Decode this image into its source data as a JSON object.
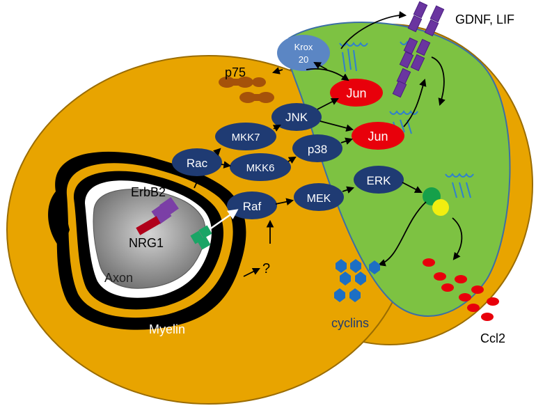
{
  "labels": {
    "gdnf_lif": "GDNF, LIF",
    "krox_line1": "Krox",
    "krox_line2": "20",
    "p75": "p75",
    "jun_top": "Jun",
    "jun_bottom": "Jun",
    "jnk": "JNK",
    "mkk7": "MKK7",
    "mkk6": "MKK6",
    "p38": "p38",
    "rac": "Rac",
    "raf": "Raf",
    "mek": "MEK",
    "erk": "ERK",
    "erbb2": "ErbB2",
    "nrg1": "NRG1",
    "receptor_unknown": "?",
    "axon": "Axon",
    "myelin": "Myelin",
    "unknown_input": "?",
    "cyclins": "cyclins",
    "ccl2": "Ccl2"
  },
  "colors": {
    "cell": "#e8a400",
    "nucleus": "#7dc242",
    "kinase": "#1f3b73",
    "jun": "#e8000b",
    "krox": "#5b86c4",
    "p75": "#a5520a",
    "receptor_purple": "#7b3fa6",
    "nrg1_red": "#b0001a",
    "unknown_receptor_green": "#1aa566",
    "gdnf_purple": "#6a35a0",
    "cyclin_blue": "#1d6fc4",
    "ccl2_red": "#e8000b",
    "tf_green": "#15a04a",
    "tf_yellow": "#f2ee10",
    "dna_blue": "#2f7fd0",
    "axon_grey": "#8d8d8d"
  }
}
